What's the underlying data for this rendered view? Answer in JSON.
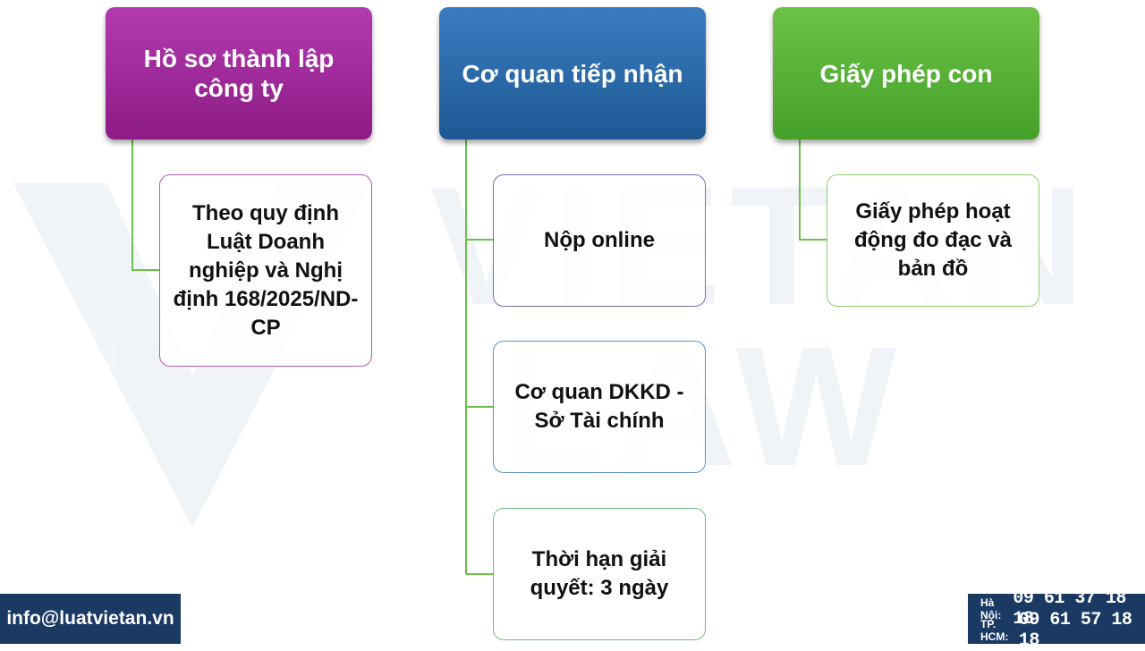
{
  "watermark": {
    "logo_text": "VIETAN LAW"
  },
  "columns": [
    {
      "header": "Hồ sơ thành lập công ty",
      "children": [
        "Theo quy định Luật Doanh nghiệp và Nghị định 168/2025/ND-CP"
      ]
    },
    {
      "header": "Cơ quan tiếp nhận",
      "children": [
        "Nộp online",
        "Cơ quan DKKD - Sở Tài chính",
        "Thời hạn giải quyết: 3 ngày"
      ]
    },
    {
      "header": "Giấy phép con",
      "children": [
        "Giấy phép hoạt động đo đạc và bản đồ"
      ]
    }
  ],
  "footer": {
    "email": "info@luatvietan.vn",
    "phones": [
      {
        "label": "Hà Nội:",
        "number": "09 61 37 18 18"
      },
      {
        "label": "TP. HCM:",
        "number": "09 61 57 18 18"
      }
    ]
  },
  "colors": {
    "purple": "#9b2696",
    "blue": "#2a6aa9",
    "green": "#56b035",
    "connector": "#6cbf4a",
    "footer_bg": "#1a3a64"
  }
}
